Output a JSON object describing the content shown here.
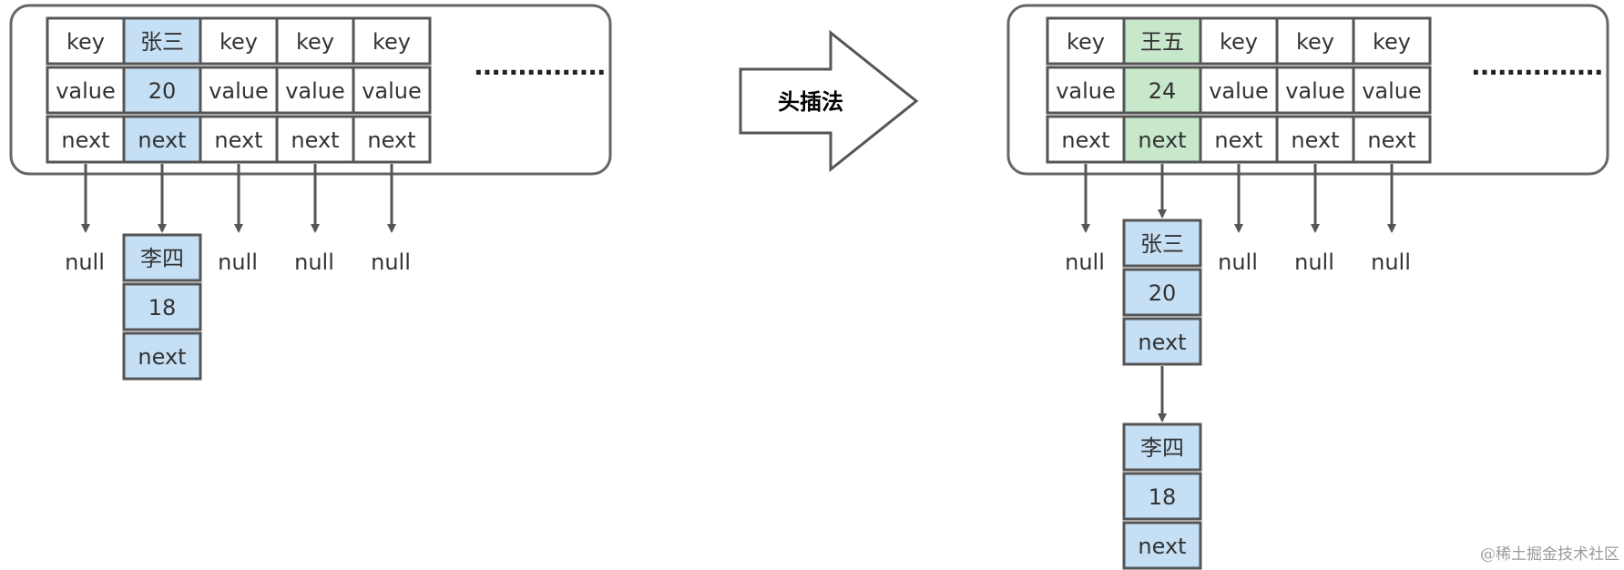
{
  "transition_label": "头插法",
  "watermark": "@稀土掘金技术社区",
  "colors": {
    "border": "#555555",
    "panel_border": "#666666",
    "white": "#ffffff",
    "blue": "#c5dff5",
    "green": "#c8e8cc",
    "arrow": "#555555"
  },
  "before": {
    "buckets": [
      {
        "key": "key",
        "value": "value",
        "next": "next",
        "below": "null",
        "fill": "white"
      },
      {
        "key": "张三",
        "value": "20",
        "next": "next",
        "fill": "blue",
        "chain": [
          {
            "key": "李四",
            "value": "18",
            "next": "next",
            "fill": "blue"
          }
        ]
      },
      {
        "key": "key",
        "value": "value",
        "next": "next",
        "below": "null",
        "fill": "white"
      },
      {
        "key": "key",
        "value": "value",
        "next": "next",
        "below": "null",
        "fill": "white"
      },
      {
        "key": "key",
        "value": "value",
        "next": "next",
        "below": "null",
        "fill": "white"
      }
    ],
    "ellipsis": "..............."
  },
  "after": {
    "buckets": [
      {
        "key": "key",
        "value": "value",
        "next": "next",
        "below": "null",
        "fill": "white"
      },
      {
        "key": "王五",
        "value": "24",
        "next": "next",
        "fill": "green",
        "chain": [
          {
            "key": "张三",
            "value": "20",
            "next": "next",
            "fill": "blue"
          },
          {
            "key": "李四",
            "value": "18",
            "next": "next",
            "fill": "blue"
          }
        ]
      },
      {
        "key": "key",
        "value": "value",
        "next": "next",
        "below": "null",
        "fill": "white"
      },
      {
        "key": "key",
        "value": "value",
        "next": "next",
        "below": "null",
        "fill": "white"
      },
      {
        "key": "key",
        "value": "value",
        "next": "next",
        "below": "null",
        "fill": "white"
      }
    ],
    "ellipsis": "..............."
  }
}
